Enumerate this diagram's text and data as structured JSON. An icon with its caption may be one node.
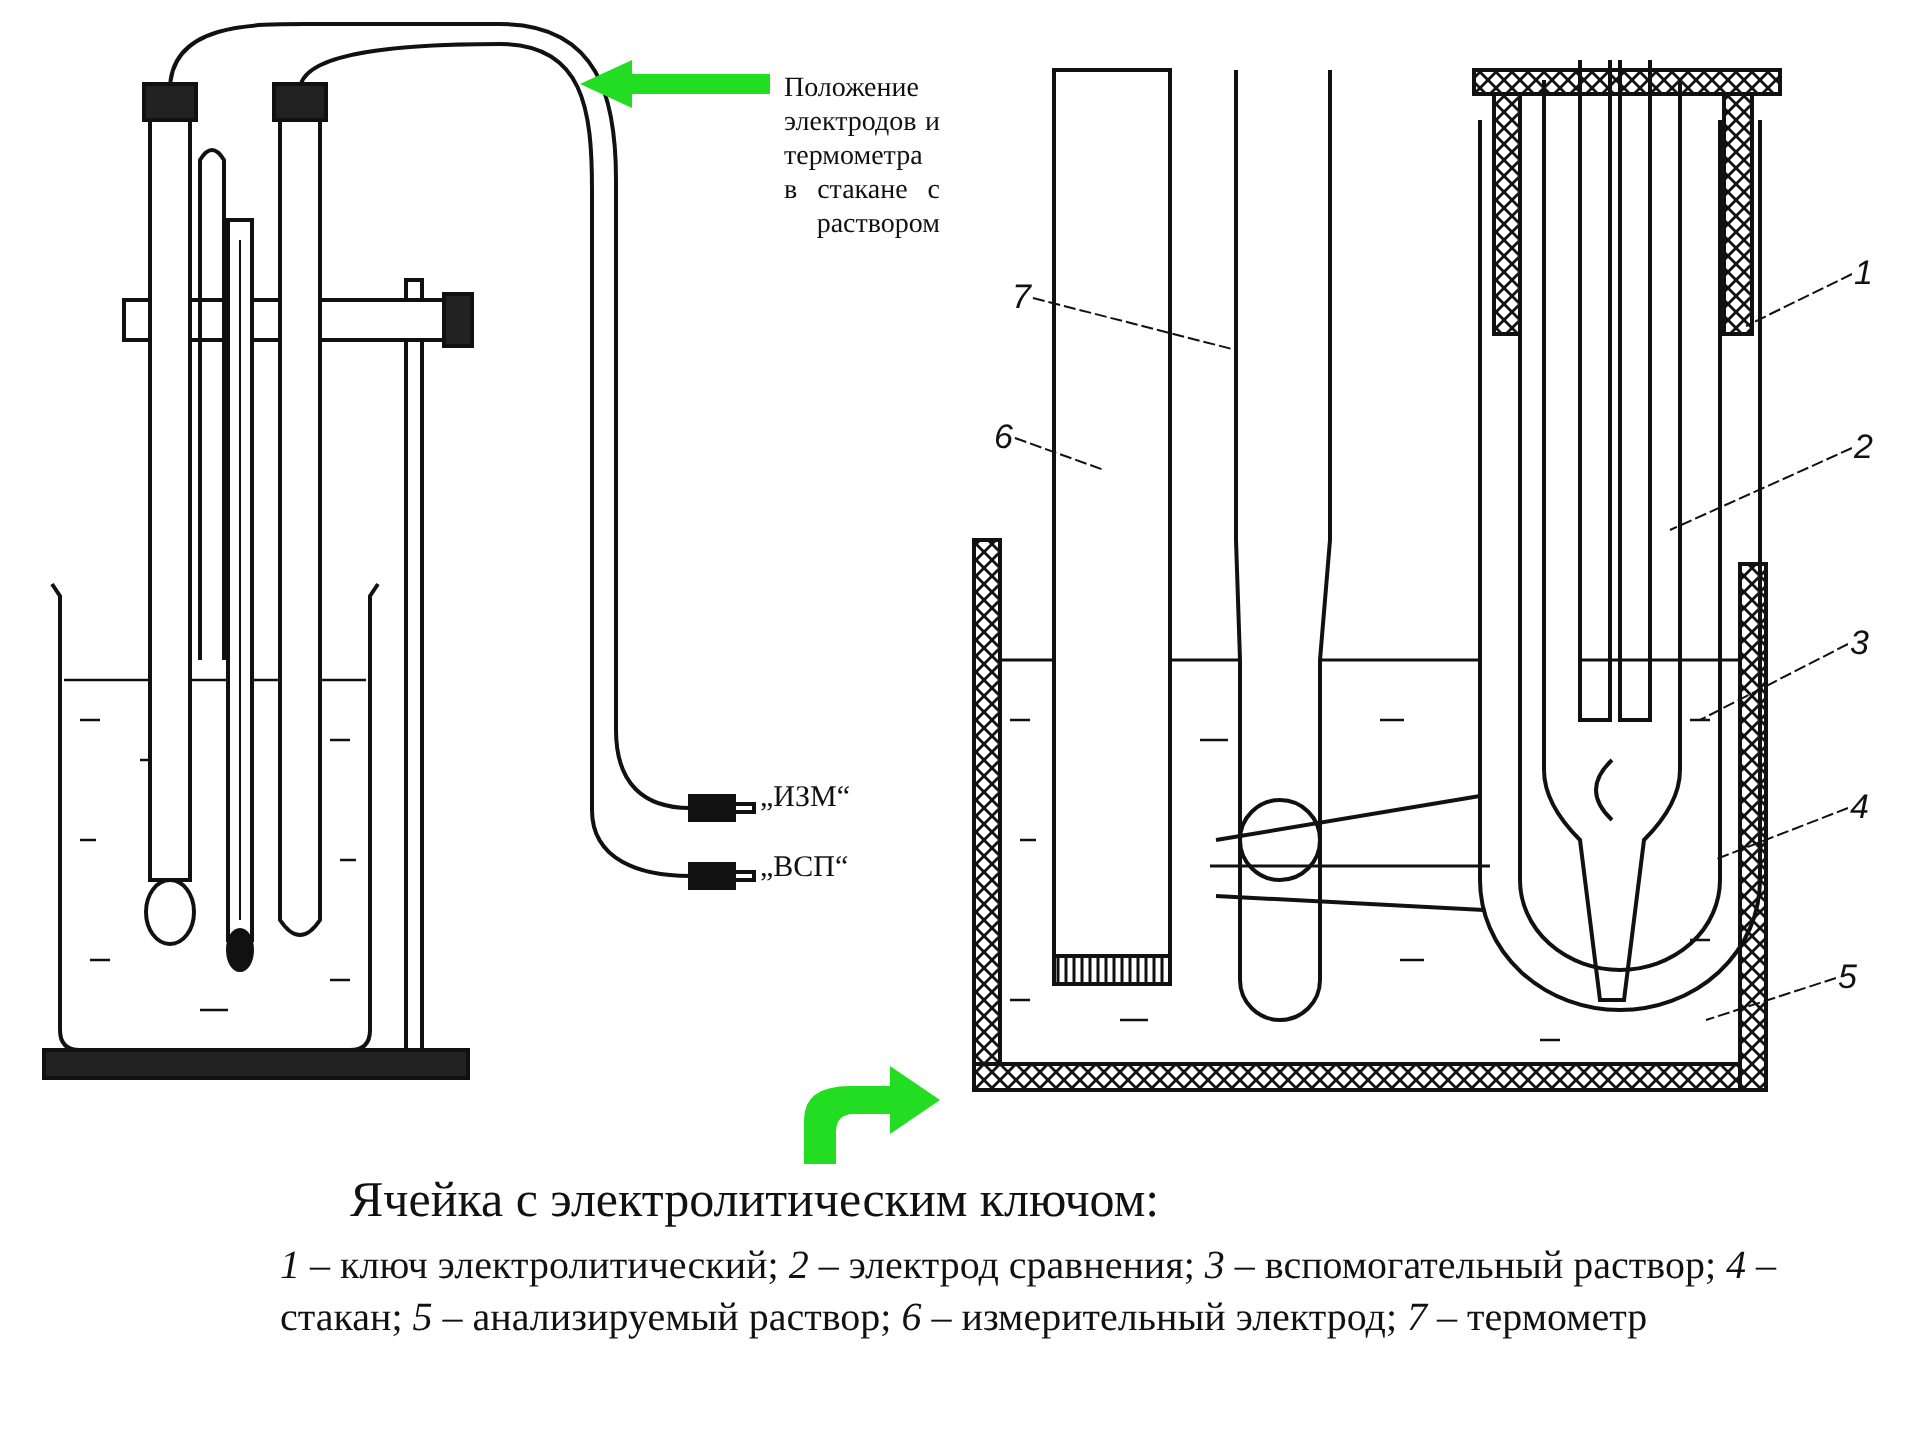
{
  "diagram": {
    "title": "Ячейка с электролитическим ключом:",
    "caption": "*1* – ключ электролитический; *2* – электрод сравнения; *3* – вспомогательный раствор; *4* – стакан; *5* – анализируемый раствор; *6* – измерительный электрод; *7* – термометр",
    "nodes": [
      {
        "text": [
          "1"
        ]
      },
      {
        "text": [
          "2"
        ]
      },
      {
        "text": [
          "3"
        ]
      },
      {
        "text": [
          "4"
        ]
      },
      {
        "text": [
          "5"
        ]
      },
      {
        "text": [
          "6"
        ]
      },
      {
        "text": [
          "7"
        ]
      }
    ],
    "edges": [
      {
        "from": 0,
        "to": null,
        "arrow": "none"
      },
      {
        "from": 1,
        "to": null,
        "arrow": "none"
      },
      {
        "from": 2,
        "to": null,
        "arrow": "none"
      },
      {
        "from": 3,
        "to": null,
        "arrow": "none"
      },
      {
        "from": 4,
        "to": null,
        "arrow": "none"
      },
      {
        "from": 5,
        "to": null,
        "arrow": "none"
      },
      {
        "from": 6,
        "to": null,
        "arrow": "none"
      }
    ],
    "labels": [
      "Положение электродов и термометра в стакане с раствором",
      "„ИЗМ“",
      "„ВСП“"
    ]
  }
}
